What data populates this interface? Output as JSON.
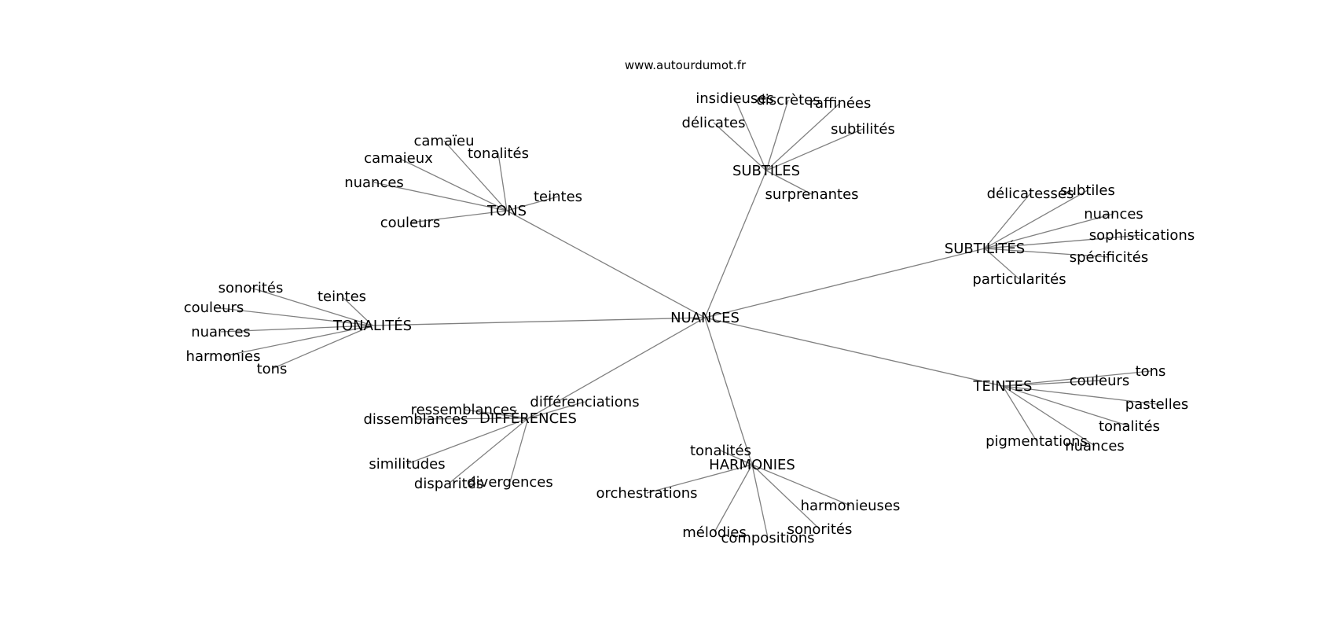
{
  "site_label": "www.autourdumot.fr",
  "graph": {
    "center": "NUANCES",
    "clusters": [
      {
        "id": "subtiles",
        "label": "SUBTILES",
        "words": [
          "insidieuses",
          "discrètes",
          "raffinées",
          "délicates",
          "subtilités",
          "surprenantes"
        ]
      },
      {
        "id": "tons",
        "label": "TONS",
        "words": [
          "camaïeu",
          "tonalités",
          "camaieux",
          "nuances",
          "teintes",
          "couleurs"
        ]
      },
      {
        "id": "subtilites",
        "label": "SUBTILITÉS",
        "words": [
          "délicatesses",
          "subtiles",
          "nuances",
          "sophistications",
          "spécificités",
          "particularités"
        ]
      },
      {
        "id": "tonalites",
        "label": "TONALITÉS",
        "words": [
          "sonorités",
          "teintes",
          "couleurs",
          "nuances",
          "harmonies",
          "tons"
        ]
      },
      {
        "id": "teintes",
        "label": "TEINTES",
        "words": [
          "tons",
          "couleurs",
          "pastelles",
          "tonalités",
          "pigmentations",
          "nuances"
        ]
      },
      {
        "id": "differences",
        "label": "DIFFÉRENCES",
        "words": [
          "différenciations",
          "ressemblances",
          "dissemblances",
          "similitudes",
          "disparités",
          "divergences"
        ]
      },
      {
        "id": "harmonies",
        "label": "HARMONIES",
        "words": [
          "tonalités",
          "orchestrations",
          "harmonieuses",
          "sonorités",
          "mélodies",
          "compositions"
        ]
      }
    ]
  }
}
